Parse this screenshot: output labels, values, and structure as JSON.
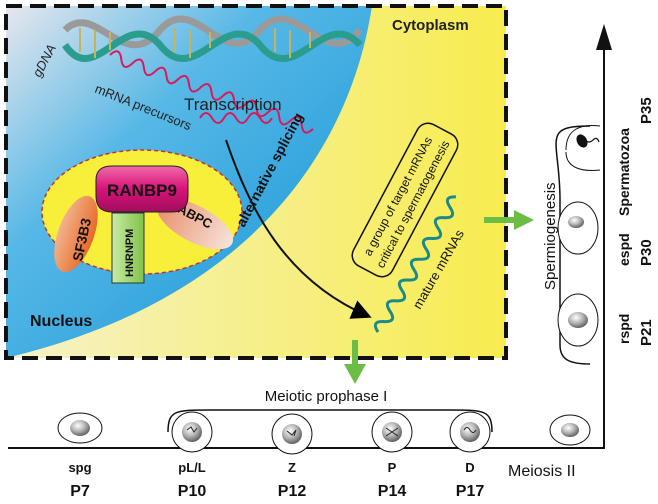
{
  "labels": {
    "gdna": "gDNA",
    "cytoplasm": "Cytoplasm",
    "nucleus": "Nucleus",
    "transcription": "Transcription",
    "mrna_precursors": "mRNA precursors",
    "alternative_splicing": "alternative splicing",
    "target_mrnas_line1": "a group of target mRNAs",
    "target_mrnas_line2": "critical to spermatogenesis",
    "mature_mrnas": "mature mRNAs",
    "spermiogenesis": "Spermiogenesis",
    "meiotic_prophase": "Meiotic prophase I",
    "meiosis_ii": "Meiosis II"
  },
  "complex": {
    "center": "RANBP9",
    "left": "SF3B3",
    "right": "PABPC",
    "bottom": "HNRNPM"
  },
  "timeline_stages": [
    {
      "cell": "spg",
      "day": "P7"
    },
    {
      "cell": "pL/L",
      "day": "P10"
    },
    {
      "cell": "Z",
      "day": "P12"
    },
    {
      "cell": "P",
      "day": "P14"
    },
    {
      "cell": "D",
      "day": "P17"
    }
  ],
  "vertical_stages": [
    {
      "cell": "rspd",
      "day": "P21"
    },
    {
      "cell": "espd",
      "day": "P30"
    },
    {
      "cell": "Spermatozoa",
      "day": "P35"
    }
  ],
  "colors": {
    "nucleus_blue": "#1aa3e0",
    "cytoplasm_yellow": "#f7ef5a",
    "ranbp9_magenta": "#d8127a",
    "arrow_green": "#6cbd45",
    "hnrnpm_green": "#9fd36a",
    "sf3b3_orange": "#f0803c",
    "pabpc_salmon": "#f09a78"
  }
}
